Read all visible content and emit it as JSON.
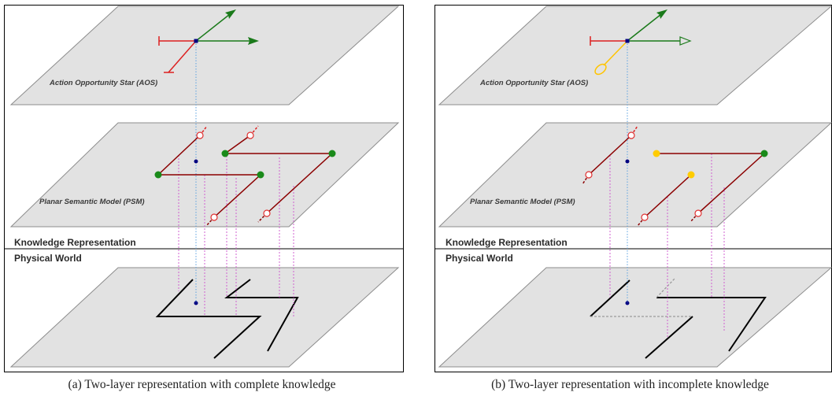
{
  "panels": [
    {
      "caption": "(a)  Two-layer representation with complete knowledge",
      "aos_label": "Action Opportunity Star (AOS)",
      "psm_label": "Planar Semantic Model (PSM)",
      "knowledge_label": "Knowledge Representation",
      "physical_label": "Physical World"
    },
    {
      "caption": "(b)  Two-layer representation with incomplete knowledge",
      "aos_label": "Action Opportunity Star (AOS)",
      "psm_label": "Planar Semantic Model (PSM)",
      "knowledge_label": "Knowledge Representation",
      "physical_label": "Physical World"
    }
  ],
  "colors": {
    "plane": "#e2e2e2",
    "plane_edge": "#8c8c8c",
    "aos_red": "#dd2020",
    "aos_green": "#1a7a1a",
    "aos_yellow": "#ffc400",
    "path": "#8b0000",
    "node_green": "#1a8a1a",
    "node_yellow": "#ffcc00",
    "open_node": "#e03030",
    "projection": "#d060d0",
    "robot_line": "#5aa0e0",
    "robot": "#000080",
    "wall": "#000000",
    "unknown_wall": "#9a9a9a"
  }
}
